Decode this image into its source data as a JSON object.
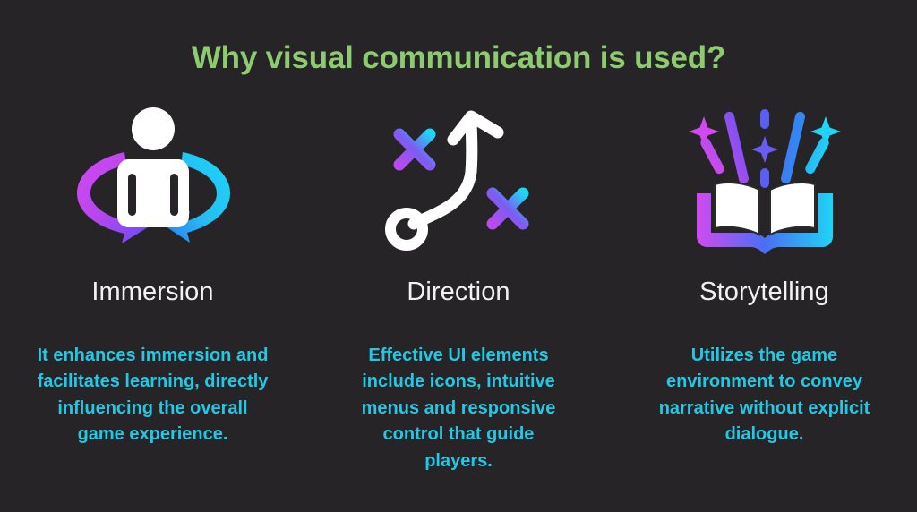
{
  "slide": {
    "title": "Why visual communication is used?",
    "title_color": "#8ecb70",
    "background_color": "#262426",
    "body_text_color": "#22c8e4",
    "heading_color": "#f2f2f2"
  },
  "cards": [
    {
      "icon": "person-360-rotation-icon",
      "heading": "Immersion",
      "body": "It enhances immersion and facilitates learning, directly influencing the overall game experience."
    },
    {
      "icon": "strategy-curved-arrow-icon",
      "heading": "Direction",
      "body": "Effective UI elements include icons, intuitive menus and responsive control that guide players."
    },
    {
      "icon": "open-book-sparkle-icon",
      "heading": "Storytelling",
      "body": "Utilizes the game environment to convey narrative without explicit dialogue."
    }
  ],
  "palette": {
    "magenta": "#c842e8",
    "purple": "#8b46f0",
    "blue": "#3a7ef2",
    "cyan": "#1fd4f5",
    "white": "#ffffff"
  }
}
